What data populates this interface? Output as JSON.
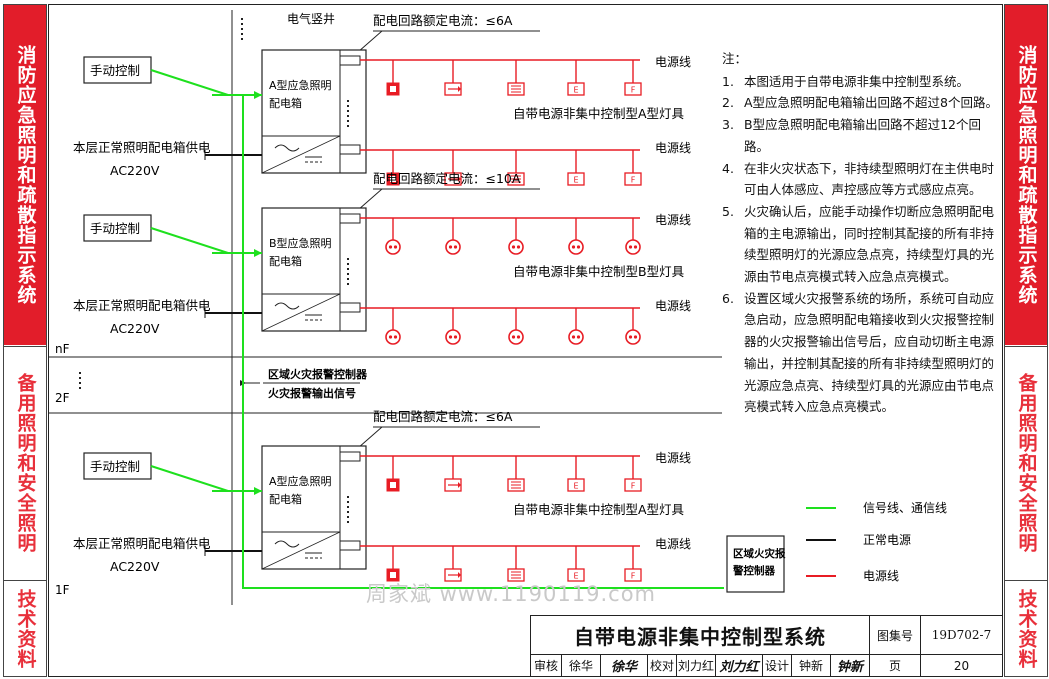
{
  "sidebars": {
    "top": "消防应急照明和疏散指示系统",
    "middle": "备用照明和安全照明",
    "bottom": "技术资料"
  },
  "colors": {
    "signal": "#1ee01e",
    "power_normal": "#111111",
    "power_line": "#e81c24",
    "sidebar_red": "#e21d2a"
  },
  "shaft_label": "电气竖井",
  "floors": {
    "nf": "nF",
    "f2": "2F",
    "f1": "1F"
  },
  "top_section": {
    "rated_current": "配电回路额定电流：≤6A",
    "manual": "手动控制",
    "box_label": "A型应急照明配电箱",
    "supply": "本层正常照明配电箱供电",
    "voltage": "AC220V",
    "line1": "电源线",
    "line2": "电源线",
    "fixture": "自带电源非集中控制型A型灯具"
  },
  "mid_section": {
    "rated_current": "配电回路额定电流：≤10A",
    "manual": "手动控制",
    "box_label": "B型应急照明配电箱",
    "supply": "本层正常照明配电箱供电",
    "voltage": "AC220V",
    "line1": "电源线",
    "line2": "电源线",
    "fixture": "自带电源非集中控制型B型灯具"
  },
  "fire_signal": {
    "controller": "区域火灾报警控制器",
    "signal": "火灾报警输出信号"
  },
  "bottom_section": {
    "rated_current": "配电回路额定电流：≤6A",
    "manual": "手动控制",
    "box_label": "A型应急照明配电箱",
    "supply": "本层正常照明配电箱供电",
    "voltage": "AC220V",
    "line1": "电源线",
    "line2": "电源线",
    "fixture": "自带电源非集中控制型A型灯具"
  },
  "fire_panel": "区域火灾报警控制器",
  "legend": {
    "signal": "信号线、通信线",
    "normal": "正常电源",
    "power": "电源线"
  },
  "notes": {
    "heading": "注：",
    "items": [
      "本图适用于自带电源非集中控制型系统。",
      "A型应急照明配电箱输出回路不超过8个回路。",
      "B型应急照明配电箱输出回路不超过12个回路。",
      "在非火灾状态下，非持续型照明灯在主供电时可由人体感应、声控感应等方式感应点亮。",
      "火灾确认后，应能手动操作切断应急照明配电箱的主电源输出，同时控制其配接的所有非持续型照明灯的光源应急点亮，持续型灯具的光源由节电点亮模式转入应急点亮模式。",
      "设置区域火灾报警系统的场所，系统可自动应急启动，应急照明配电箱接收到火灾报警控制器的火灾报警输出信号后，应自动切断主电源输出，并控制其配接的所有非持续型照明灯的光源应急点亮、持续型灯具的光源应由节电点亮模式转入应急点亮模式。"
    ]
  },
  "watermark": "周家斌 www.1190119.com",
  "title_block": {
    "title": "自带电源非集中控制型系统",
    "atlas_label": "图集号",
    "atlas_no": "19D702-7",
    "review_label": "审核",
    "reviewer": "徐华",
    "review_sig": "徐华",
    "check_label": "校对",
    "checker": "刘力红",
    "check_sig": "刘力红",
    "design_label": "设计",
    "designer": "钟新",
    "design_sig": "钟新",
    "page_label": "页",
    "page_no": "20"
  }
}
